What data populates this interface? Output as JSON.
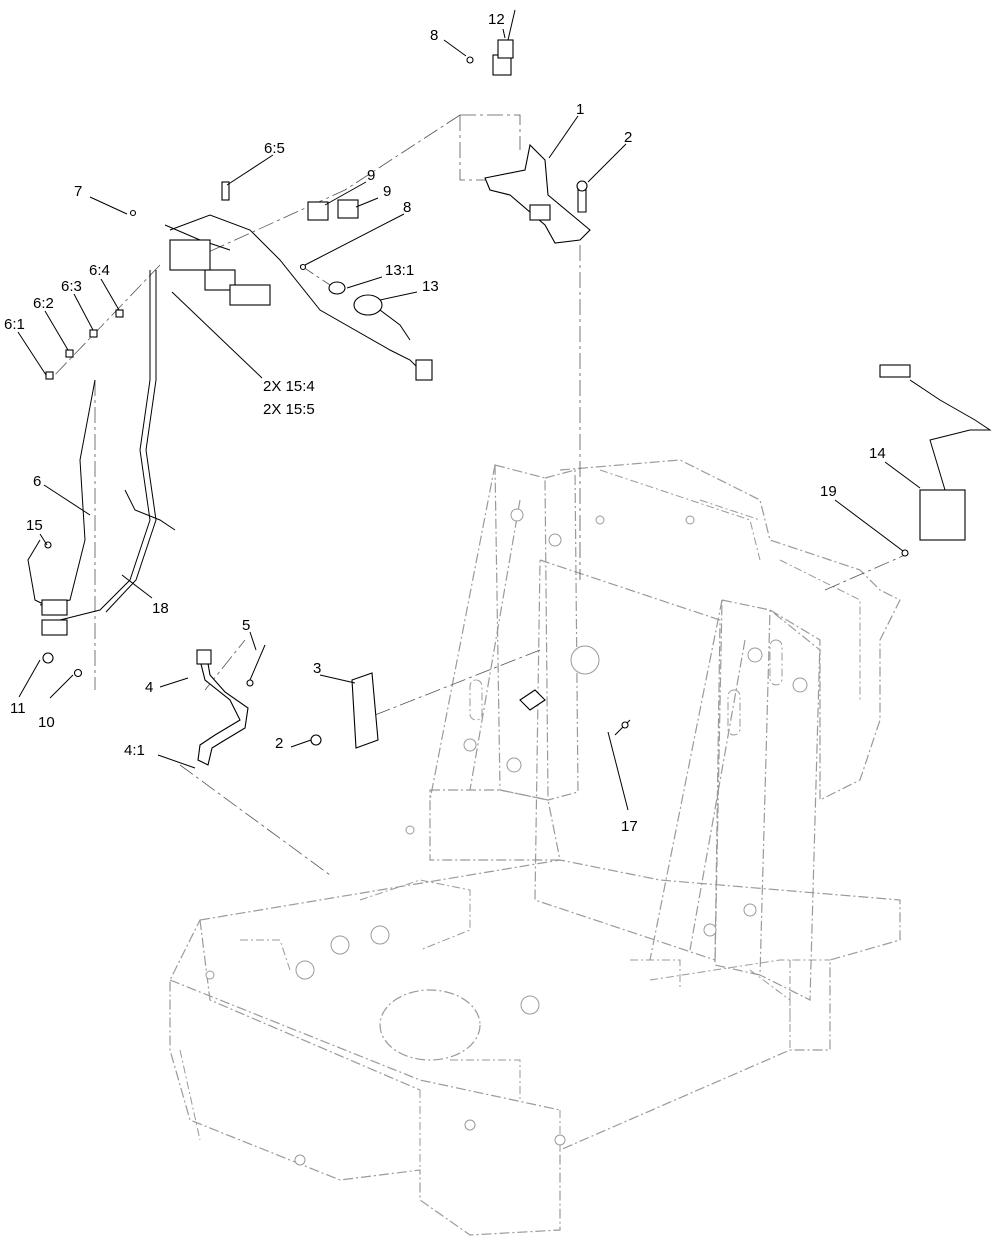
{
  "callouts": {
    "c1": "1",
    "c2a": "2",
    "c2b": "2",
    "c3": "3",
    "c4": "4",
    "c4_1": "4:1",
    "c5": "5",
    "c6": "6",
    "c6_1": "6:1",
    "c6_2": "6:2",
    "c6_3": "6:3",
    "c6_4": "6:4",
    "c6_5": "6:5",
    "c7": "7",
    "c8a": "8",
    "c8b": "8",
    "c9a": "9",
    "c9b": "9",
    "c10": "10",
    "c11": "11",
    "c12": "12",
    "c13": "13",
    "c13_1": "13:1",
    "c14": "14",
    "c15": "15",
    "c15_4": "2X 15:4",
    "c15_5": "2X 15:5",
    "c17": "17",
    "c18": "18",
    "c19": "19"
  }
}
